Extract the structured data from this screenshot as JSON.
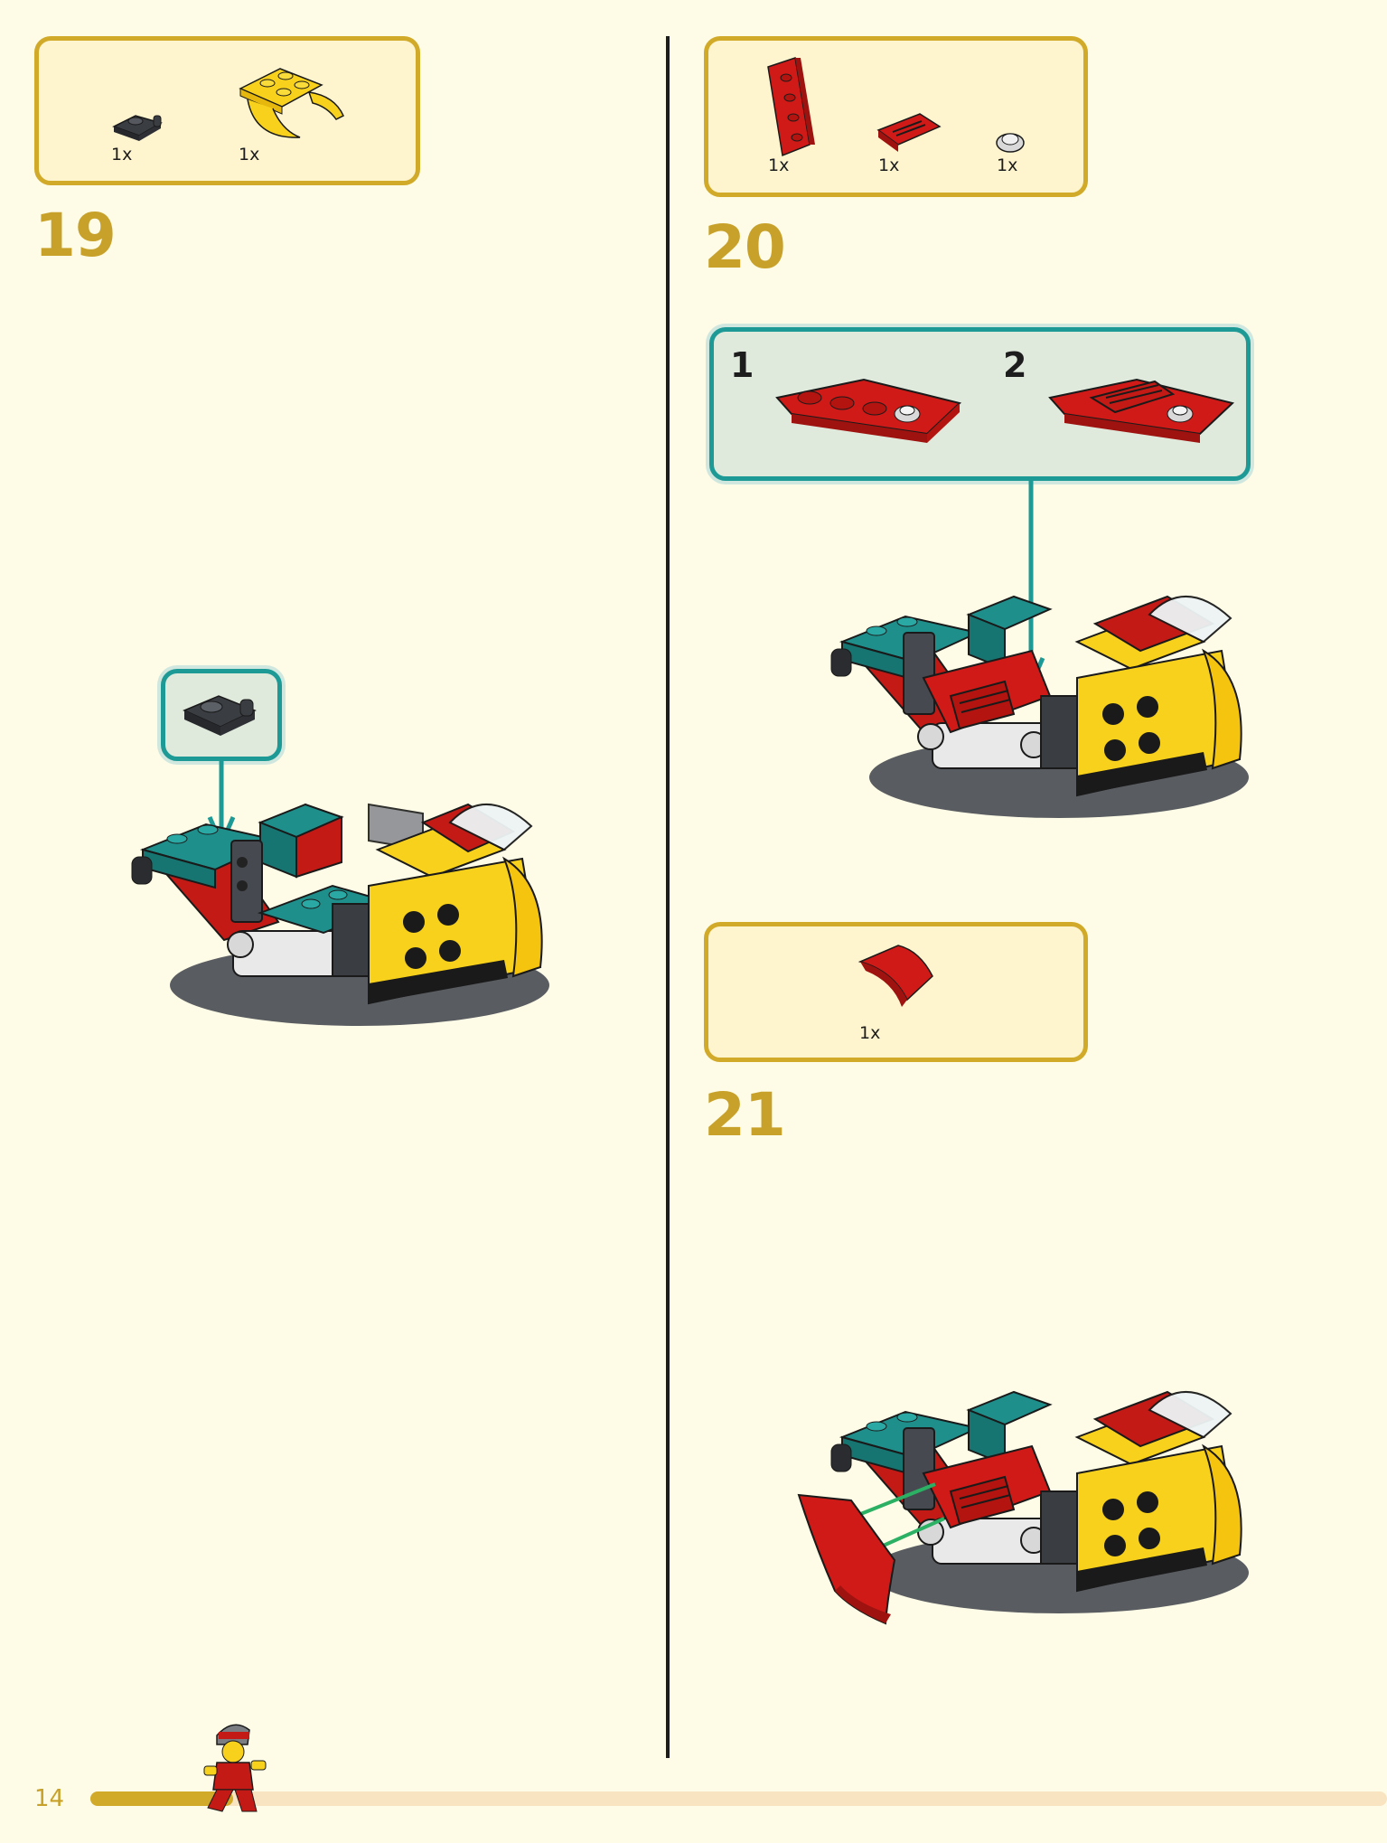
{
  "page": {
    "number": "14",
    "progress_fraction": 0.11
  },
  "steps": [
    {
      "number": "19",
      "parts": [
        {
          "qty": "1x",
          "icon": "dark-gray-clip-plate"
        },
        {
          "qty": "1x",
          "icon": "yellow-curved-plate"
        }
      ]
    },
    {
      "number": "20",
      "parts": [
        {
          "qty": "1x",
          "icon": "red-wedge-plate"
        },
        {
          "qty": "1x",
          "icon": "red-grille-slope"
        },
        {
          "qty": "1x",
          "icon": "light-gray-round-tile"
        }
      ],
      "sub_steps": [
        {
          "number": "1"
        },
        {
          "number": "2"
        }
      ]
    },
    {
      "number": "21",
      "parts": [
        {
          "qty": "1x",
          "icon": "red-curved-slope"
        }
      ]
    }
  ],
  "colors": {
    "page_bg": "#fefce6",
    "parts_box_border": "#d2aa2a",
    "step_number": "#c8a12a",
    "subassembly_border": "#1e9a96",
    "arrow": "#1e9a96",
    "attach_lines": "#2bb064"
  }
}
